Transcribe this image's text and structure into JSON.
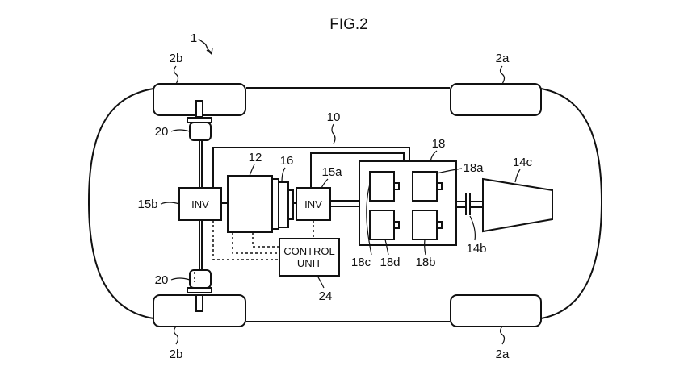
{
  "figure": {
    "title": "FIG.2"
  },
  "labels": {
    "vehicle": "1",
    "front_wheel_tl": "2b",
    "front_wheel_bl": "2b",
    "rear_wheel_tr": "2a",
    "rear_wheel_br": "2a",
    "hub_top": "20",
    "hub_bottom": "20",
    "drive_unit": "10",
    "motor": "12",
    "reducer": "16",
    "inverter_b": "15b",
    "inverter_a": "15a",
    "battery_pack": "18",
    "cell_a": "18a",
    "cell_b": "18b",
    "cell_c": "18c",
    "cell_d": "18d",
    "engine": "14c",
    "clutch": "14b",
    "control": "24"
  },
  "boxes": {
    "inv_left": "INV",
    "inv_right": "INV",
    "control_line1": "CONTROL",
    "control_line2": "UNIT"
  }
}
